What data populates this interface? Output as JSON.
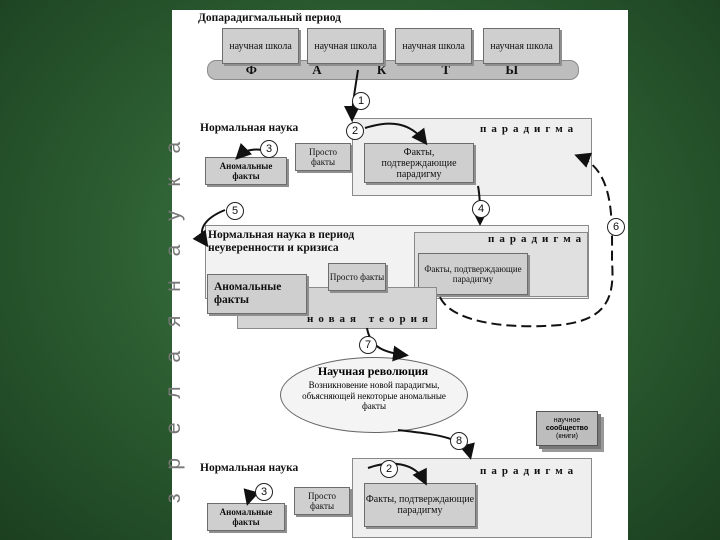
{
  "vertical_title": "з р е л а я   н а у к а",
  "preparadigm": {
    "title": "Допарадигмальный период",
    "schools": [
      "научная школа",
      "научная школа",
      "научная школа",
      "научная школа"
    ],
    "facts_bar": "Ф А К Т Ы"
  },
  "block1": {
    "title": "Нормальная наука",
    "paradigm": "парадигма",
    "anomalous": "Аномальные факты",
    "simple": "Просто факты",
    "confirming": "Факты, подтверждающие парадигму"
  },
  "block2": {
    "title": "Нормальная наука в период неуверенности и кризиса",
    "paradigm": "парадигма",
    "confirming": "Факты, подтверждающие парадигму",
    "simple": "Просто факты",
    "anomalous": "Аномальные факты",
    "new_theory": "новая теория"
  },
  "revolution": {
    "title": "Научная революция",
    "text": "Возникновение новой парадигмы, объясняющей некоторые аномальные факты"
  },
  "stack": {
    "line1": "научное",
    "line2": "сообщество",
    "line3": "(книги)"
  },
  "block3": {
    "title": "Нормальная наука",
    "paradigm": "парадигма",
    "anomalous": "Аномальные факты",
    "simple": "Просто факты",
    "confirming": "Факты, подтверждающие парадигму"
  },
  "numbers": [
    "1",
    "2",
    "3",
    "4",
    "5",
    "6",
    "7",
    "8",
    "2",
    "3"
  ]
}
